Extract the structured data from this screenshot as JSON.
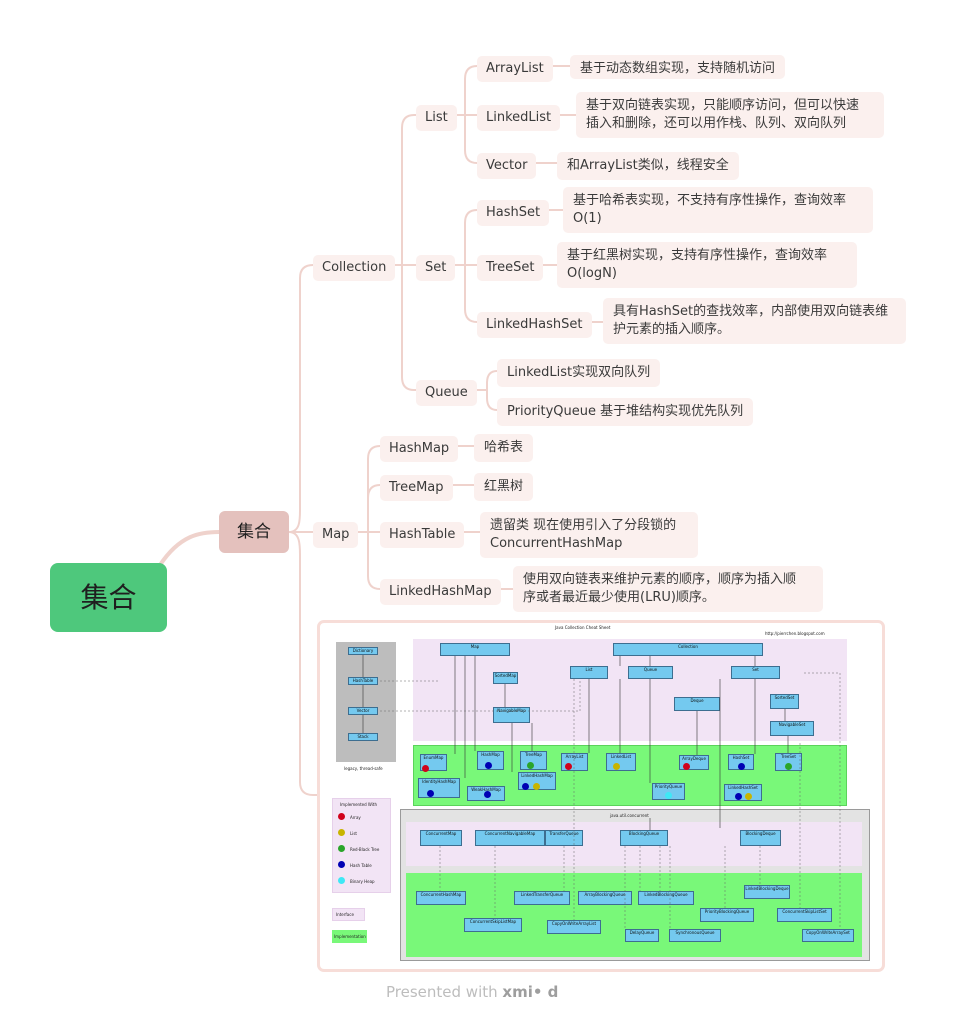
{
  "root": {
    "label": "集合"
  },
  "main_topic": {
    "label": "集合"
  },
  "branches": {
    "collection": {
      "label": "Collection",
      "list": {
        "label": "List",
        "arraylist": {
          "label": "ArrayList",
          "desc": "基于动态数组实现，支持随机访问"
        },
        "linkedlist": {
          "label": "LinkedList",
          "desc_line1": "基于双向链表实现，只能顺序访问，但可以快速",
          "desc_line2": "插入和删除，还可以用作栈、队列、双向队列"
        },
        "vector": {
          "label": "Vector",
          "desc": "和ArrayList类似，线程安全"
        }
      },
      "set": {
        "label": "Set",
        "hashset": {
          "label": "HashSet",
          "desc_line1": "基于哈希表实现，不支持有序性操作，查询效率",
          "desc_line2": "O(1)"
        },
        "treeset": {
          "label": "TreeSet",
          "desc_line1": "基于红黑树实现，支持有序性操作，查询效率",
          "desc_line2": "O(logN)"
        },
        "linkedhashset": {
          "label": "LinkedHashSet",
          "desc_line1": "具有HashSet的查找效率，内部使用双向链表维",
          "desc_line2": "护元素的插入顺序。"
        }
      },
      "queue": {
        "label": "Queue",
        "item1": "LinkedList实现双向队列",
        "item2": "PriorityQueue 基于堆结构实现优先队列"
      }
    },
    "map": {
      "label": "Map",
      "hashmap": {
        "label": "HashMap",
        "desc": "哈希表"
      },
      "treemap": {
        "label": "TreeMap",
        "desc": "红黑树"
      },
      "hashtable": {
        "label": "HashTable",
        "desc_line1": "遗留类  现在使用引入了分段锁的",
        "desc_line2": "ConcurrentHashMap"
      },
      "linkedhashmap": {
        "label": "LinkedHashMap",
        "desc_line1": "使用双向链表来维护元素的顺序，顺序为插入顺",
        "desc_line2": "序或者最近最少使用(LRU)顺序。"
      }
    }
  },
  "embedded_image": {
    "title": "Java Collection Cheat Sheet",
    "url": "http://pierrchen.blogspot.com",
    "legacy_label": "legacy, thread-safe",
    "concurrent_label": "java.util.concurrent",
    "legend": {
      "title": "Implemented With",
      "array": "Array",
      "list": "List",
      "rbtree": "Red-Black Tree",
      "hashtable": "Hash Table",
      "binaryheap": "Binary Heap",
      "interface": "Interface",
      "implementation": "Implementation"
    },
    "legacy": [
      "Dictionary",
      "HashTable",
      "Vector",
      "Stack"
    ],
    "interfaces": [
      "Map",
      "Collection",
      "SortedMap",
      "List",
      "Queue",
      "Set",
      "NavigableMap",
      "Deque",
      "SortedSet",
      "NavigableSet"
    ],
    "impls": [
      "EnumMap",
      "HashMap",
      "TreeMap",
      "ArrayList",
      "LinkedList",
      "ArrayDeque",
      "HashSet",
      "TreeSet",
      "IdentityHashMap",
      "WeakHashMap",
      "LinkedHashMap",
      "PriorityQueue",
      "LinkedHashSet"
    ],
    "concurrent_interfaces": [
      "ConcurrentMap",
      "ConcurrentNavigableMap",
      "TransferQueue",
      "BlockingQueue",
      "BlockingDeque"
    ],
    "concurrent_impls": [
      "ConcurrentHashMap",
      "LinkedTransferQueue",
      "ArrayBlockingQueue",
      "LinkedBlockingQueue",
      "LinkedBlockingDeque",
      "PriorityBlockingQueue",
      "ConcurrentSkipListSet",
      "ConcurrentSkipListMap",
      "CopyOnWriteArrayList",
      "DelayQueue",
      "SynchronousQueue",
      "CopyOnWriteArraySet"
    ],
    "colors": {
      "array": "#d0021b",
      "list": "#c8b400",
      "rbtree": "#2aa52a",
      "hashtable": "#0000b4",
      "binaryheap": "#3ee8f5"
    }
  },
  "footer": {
    "prefix": "Presented with",
    "brand": "xmi• d"
  }
}
